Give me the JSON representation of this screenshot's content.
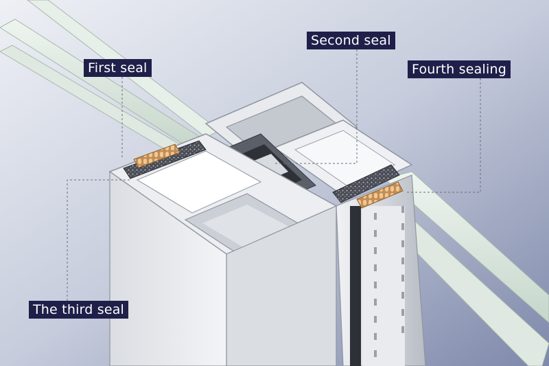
{
  "labels": {
    "first_seal": "First seal",
    "second_seal": "Second seal",
    "fourth_sealing": "Fourth sealing",
    "third_seal": "The third seal"
  },
  "colors": {
    "background_light": "#e9ecf3",
    "background_dark": "#8a93b4",
    "label_background": "#1f1f4a",
    "label_text": "#ffffff",
    "profile_light": "#eceff3",
    "profile_mid": "#c9ced6",
    "profile_dark": "#9aa0aa",
    "glass": "#d9e6dd",
    "seal_gold": "#d6a46a",
    "foam_dark": "#3a3d45"
  }
}
